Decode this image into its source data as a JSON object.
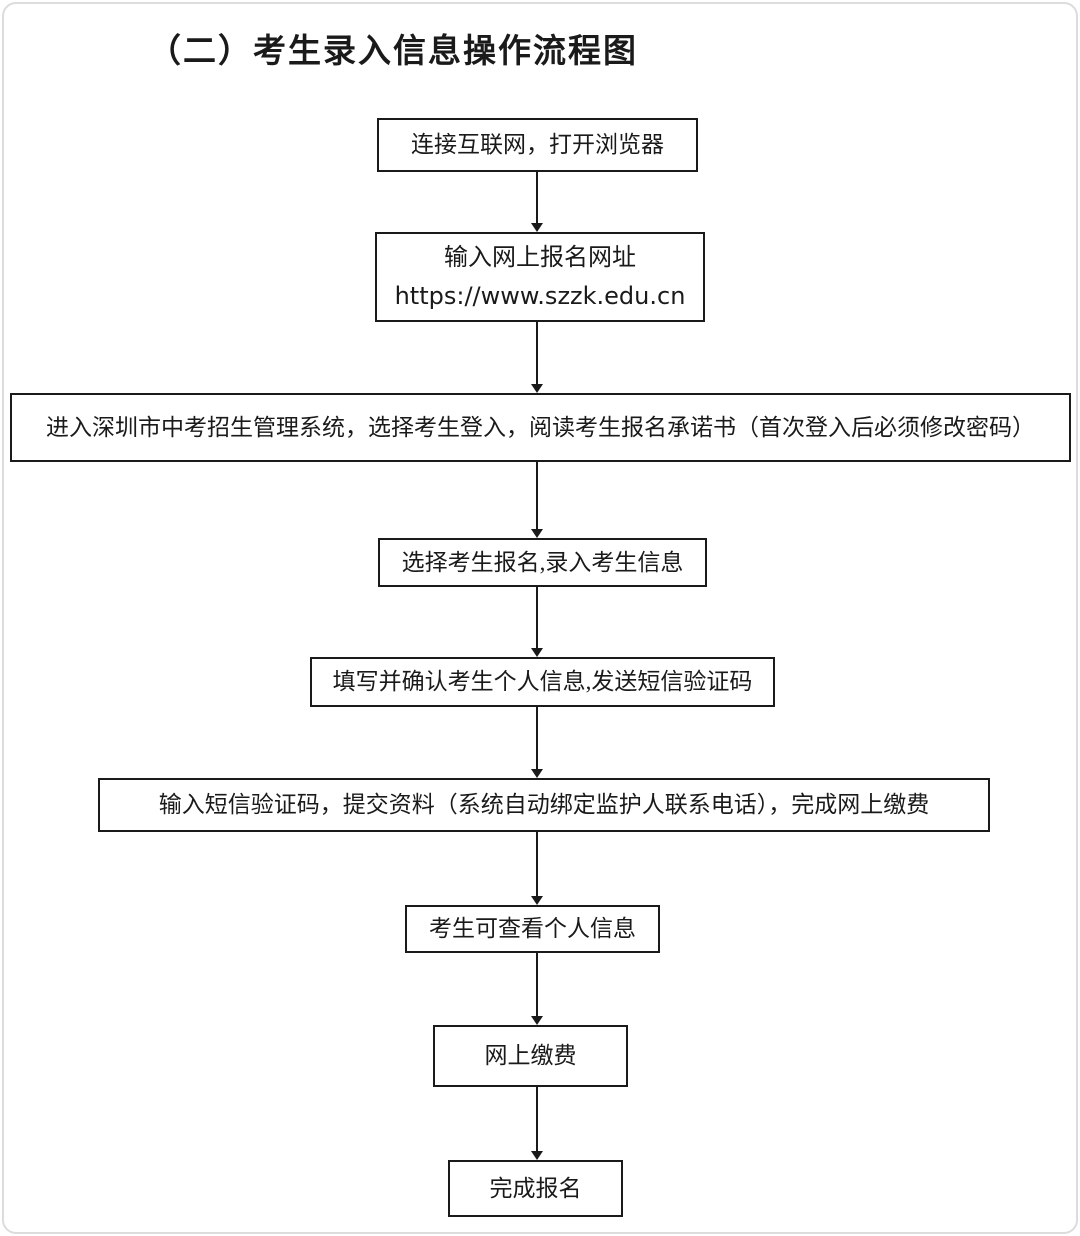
{
  "title": "（二）考生录入信息操作流程图",
  "colors": {
    "background": "#ffffff",
    "box_border": "#1a1a1a",
    "text": "#1a1a1a",
    "frame": "#dcdcdc"
  },
  "flowchart": {
    "type": "vertical-flow",
    "direction": "top-down",
    "nodes": [
      {
        "id": "connect-internet",
        "lines": [
          "连接互联网，打开浏览器"
        ]
      },
      {
        "id": "enter-registration-url",
        "lines": [
          "输入网上报名网址",
          "https://www.szzk.edu.cn"
        ]
      },
      {
        "id": "login-system",
        "lines": [
          "进入深圳市中考招生管理系统，选择考生登入，阅读考生报名承诺书（首次登入后必须修改密码）"
        ]
      },
      {
        "id": "select-candidate-registration",
        "lines": [
          "选择考生报名,录入考生信息"
        ]
      },
      {
        "id": "fill-confirm-info",
        "lines": [
          "填写并确认考生个人信息,发送短信验证码"
        ]
      },
      {
        "id": "submit-materials-payment",
        "lines": [
          "输入短信验证码，提交资料（系统自动绑定监护人联系电话），完成网上缴费"
        ]
      },
      {
        "id": "view-personal-info",
        "lines": [
          "考生可查看个人信息"
        ]
      },
      {
        "id": "online-payment",
        "lines": [
          "网上缴费"
        ]
      },
      {
        "id": "complete-registration",
        "lines": [
          "完成报名"
        ]
      }
    ],
    "edges": [
      {
        "from": "connect-internet",
        "to": "enter-registration-url"
      },
      {
        "from": "enter-registration-url",
        "to": "login-system"
      },
      {
        "from": "login-system",
        "to": "select-candidate-registration"
      },
      {
        "from": "select-candidate-registration",
        "to": "fill-confirm-info"
      },
      {
        "from": "fill-confirm-info",
        "to": "submit-materials-payment"
      },
      {
        "from": "submit-materials-payment",
        "to": "view-personal-info"
      },
      {
        "from": "view-personal-info",
        "to": "online-payment"
      },
      {
        "from": "online-payment",
        "to": "complete-registration"
      }
    ]
  }
}
